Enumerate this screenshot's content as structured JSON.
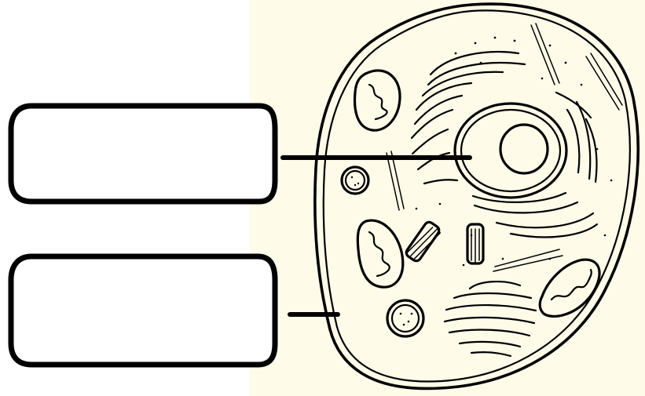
{
  "colors": {
    "background": "#ffffff",
    "cell_panel_background": "#fefbe9",
    "ink": "#000000"
  },
  "icons": {
    "animal_cell": "animal-cell-illustration"
  },
  "labels": [
    {
      "text": "",
      "points_to": "nucleus"
    },
    {
      "text": "",
      "points_to": "cell membrane"
    }
  ]
}
